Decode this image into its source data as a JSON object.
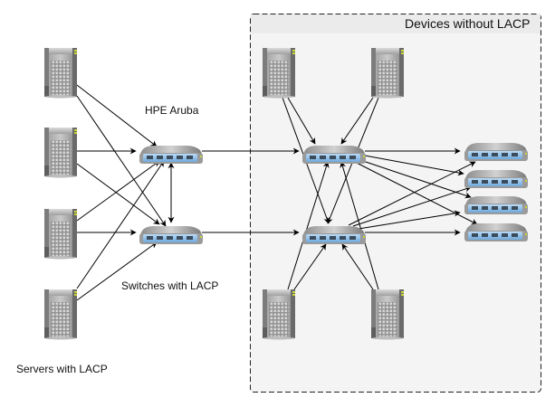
{
  "diagram": {
    "title": "LACP network topology",
    "labels": {
      "hpe_aruba": "HPE Aruba",
      "switches_with_lacp": "Switches with LACP",
      "servers_with_lacp": "Servers with LACP",
      "devices_without_lacp": "Devices without LACP"
    },
    "colors": {
      "edge": "#000000",
      "group_fill": "#f4f4f4",
      "group_header": "#ebebeb",
      "group_border": "#333333",
      "port": "#7fb8e8"
    },
    "nodes": [
      {
        "id": "srvL1",
        "type": "server",
        "group": "servers_with_lacp"
      },
      {
        "id": "srvL2",
        "type": "server",
        "group": "servers_with_lacp"
      },
      {
        "id": "srvL3",
        "type": "server",
        "group": "servers_with_lacp"
      },
      {
        "id": "srvL4",
        "type": "server",
        "group": "servers_with_lacp"
      },
      {
        "id": "swA",
        "type": "switch",
        "group": "switches_with_lacp"
      },
      {
        "id": "swB",
        "type": "switch",
        "group": "switches_with_lacp"
      },
      {
        "id": "swC",
        "type": "switch",
        "group": "devices_without_lacp"
      },
      {
        "id": "swD",
        "type": "switch",
        "group": "devices_without_lacp"
      },
      {
        "id": "srvT1",
        "type": "server",
        "group": "devices_without_lacp"
      },
      {
        "id": "srvT2",
        "type": "server",
        "group": "devices_without_lacp"
      },
      {
        "id": "srvB1",
        "type": "server",
        "group": "devices_without_lacp"
      },
      {
        "id": "srvB2",
        "type": "server",
        "group": "devices_without_lacp"
      },
      {
        "id": "swR1",
        "type": "switch",
        "group": "devices_without_lacp"
      },
      {
        "id": "swR2",
        "type": "switch",
        "group": "devices_without_lacp"
      },
      {
        "id": "swR3",
        "type": "switch",
        "group": "devices_without_lacp"
      },
      {
        "id": "swR4",
        "type": "switch",
        "group": "devices_without_lacp"
      }
    ],
    "edges": [
      {
        "from": "srvL1",
        "to": "swA"
      },
      {
        "from": "srvL1",
        "to": "swB"
      },
      {
        "from": "srvL2",
        "to": "swA"
      },
      {
        "from": "srvL2",
        "to": "swB"
      },
      {
        "from": "srvL3",
        "to": "swA"
      },
      {
        "from": "srvL3",
        "to": "swB"
      },
      {
        "from": "srvL4",
        "to": "swA"
      },
      {
        "from": "srvL4",
        "to": "swB"
      },
      {
        "from": "swA",
        "to": "swB",
        "bidirectional": true
      },
      {
        "from": "swA",
        "to": "swC"
      },
      {
        "from": "swB",
        "to": "swD"
      },
      {
        "from": "srvT1",
        "to": "swC"
      },
      {
        "from": "srvT1",
        "to": "swD"
      },
      {
        "from": "srvT2",
        "to": "swC"
      },
      {
        "from": "srvT2",
        "to": "swD"
      },
      {
        "from": "srvB1",
        "to": "swC"
      },
      {
        "from": "srvB1",
        "to": "swD"
      },
      {
        "from": "srvB2",
        "to": "swC"
      },
      {
        "from": "srvB2",
        "to": "swD"
      },
      {
        "from": "swC",
        "to": "swR1"
      },
      {
        "from": "swC",
        "to": "swR2"
      },
      {
        "from": "swC",
        "to": "swR3"
      },
      {
        "from": "swC",
        "to": "swR4"
      },
      {
        "from": "swD",
        "to": "swR1"
      },
      {
        "from": "swD",
        "to": "swR2"
      },
      {
        "from": "swD",
        "to": "swR3"
      },
      {
        "from": "swD",
        "to": "swR4"
      }
    ]
  }
}
